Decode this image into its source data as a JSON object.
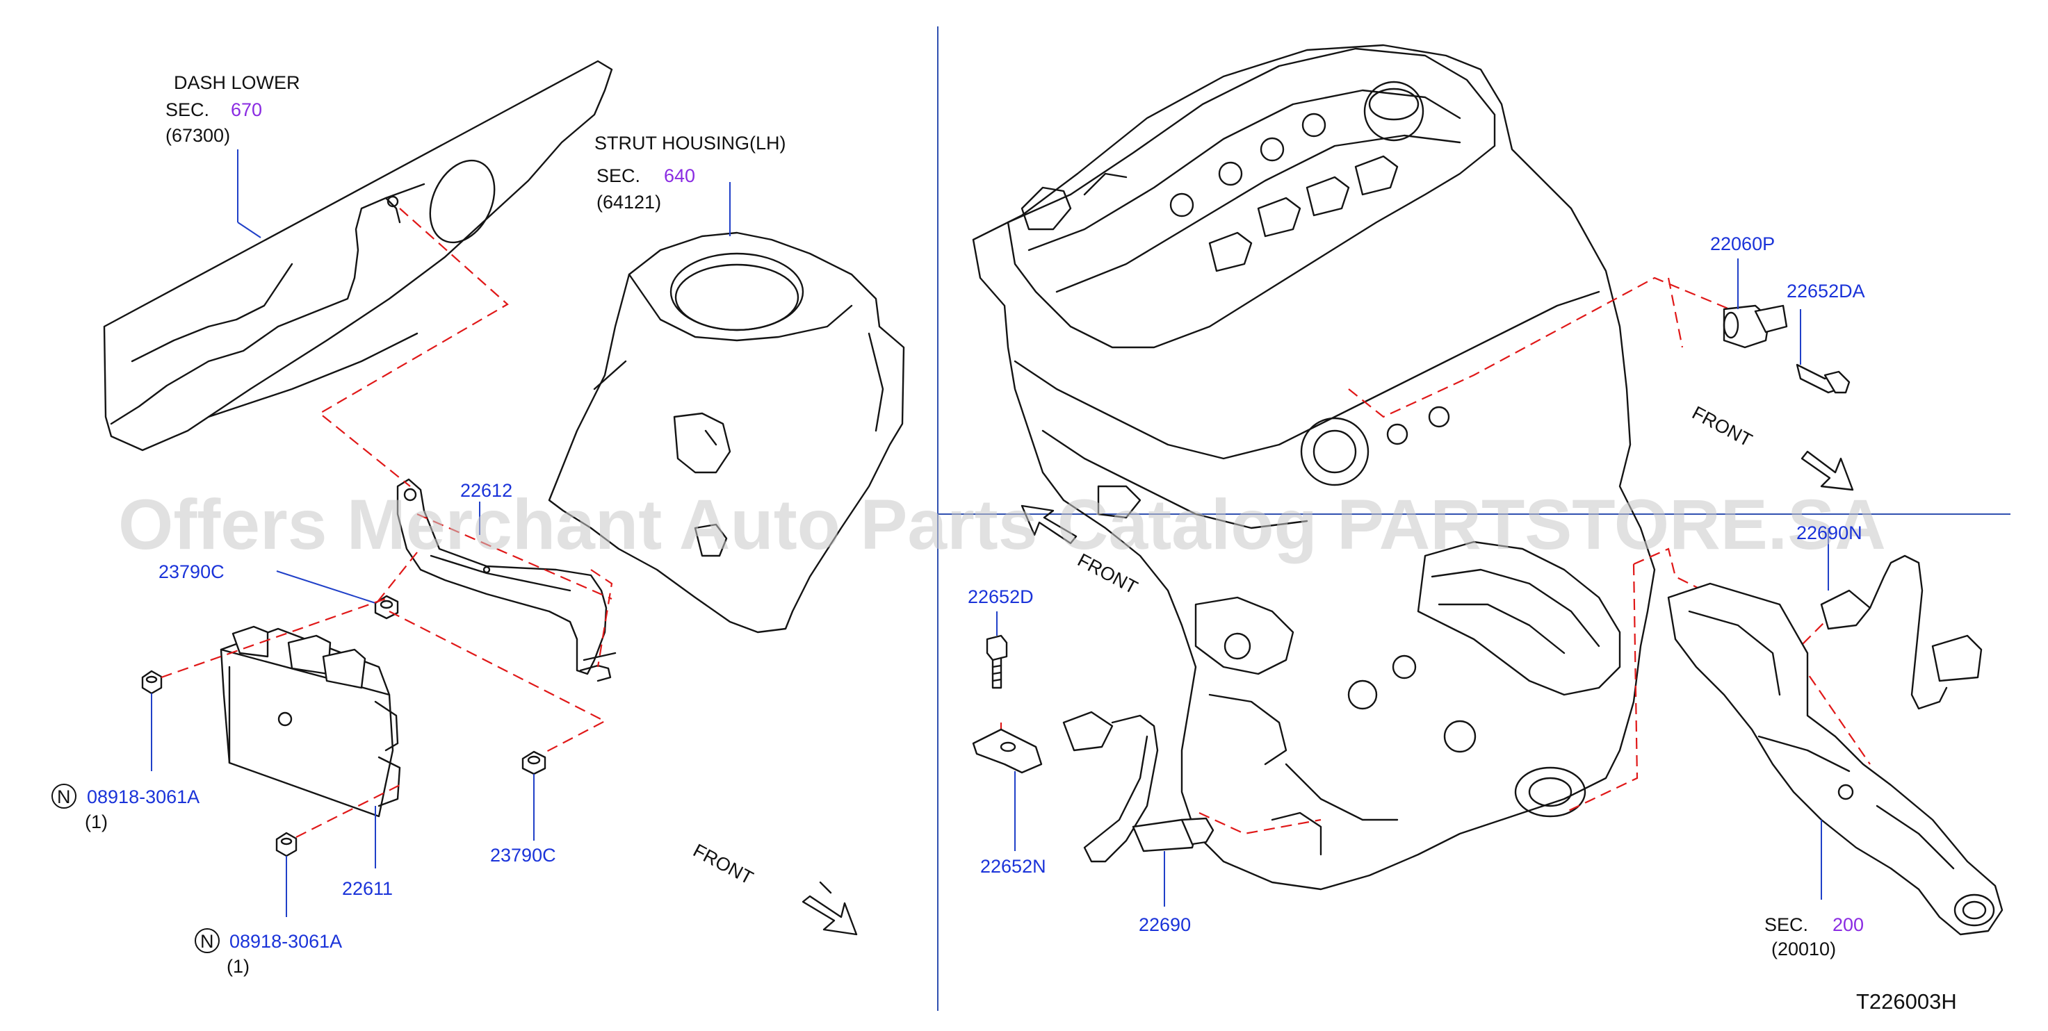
{
  "watermark": "Offers Merchant Auto Parts Catalog PARTSTORE.SA",
  "diagram_code": "T226003H",
  "callouts": {
    "dash_lower": {
      "title": "DASH LOWER",
      "sec_prefix": "SEC.",
      "sec_num": "670",
      "part": "(67300)"
    },
    "strut_housing": {
      "title": "STRUT HOUSING(LH)",
      "sec_prefix": "SEC.",
      "sec_num": "640",
      "part": "(64121)"
    },
    "exhaust": {
      "sec_prefix": "SEC.",
      "sec_num": "200",
      "part": "(20010)"
    }
  },
  "part_labels": {
    "p22612": "22612",
    "p23790c_top": "23790C",
    "p23790c_bottom": "23790C",
    "p08918_a": "08918-3061A",
    "p08918_a_qty": "(1)",
    "p08918_b": "08918-3061A",
    "p08918_b_qty": "(1)",
    "n_symbol_a": "N",
    "n_symbol_b": "N",
    "p22611": "22611",
    "p22060p": "22060P",
    "p22652da": "22652DA",
    "p22652d": "22652D",
    "p22652n": "22652N",
    "p22690": "22690",
    "p22690n": "22690N"
  },
  "front_labels": {
    "left": "FRONT",
    "right_top": "FRONT",
    "middle": "FRONT"
  },
  "colors": {
    "label_blue": "#1a33d9",
    "sec_purple": "#8a2be2",
    "dashed_red": "#e01818",
    "divider_blue": "#3050b0"
  }
}
